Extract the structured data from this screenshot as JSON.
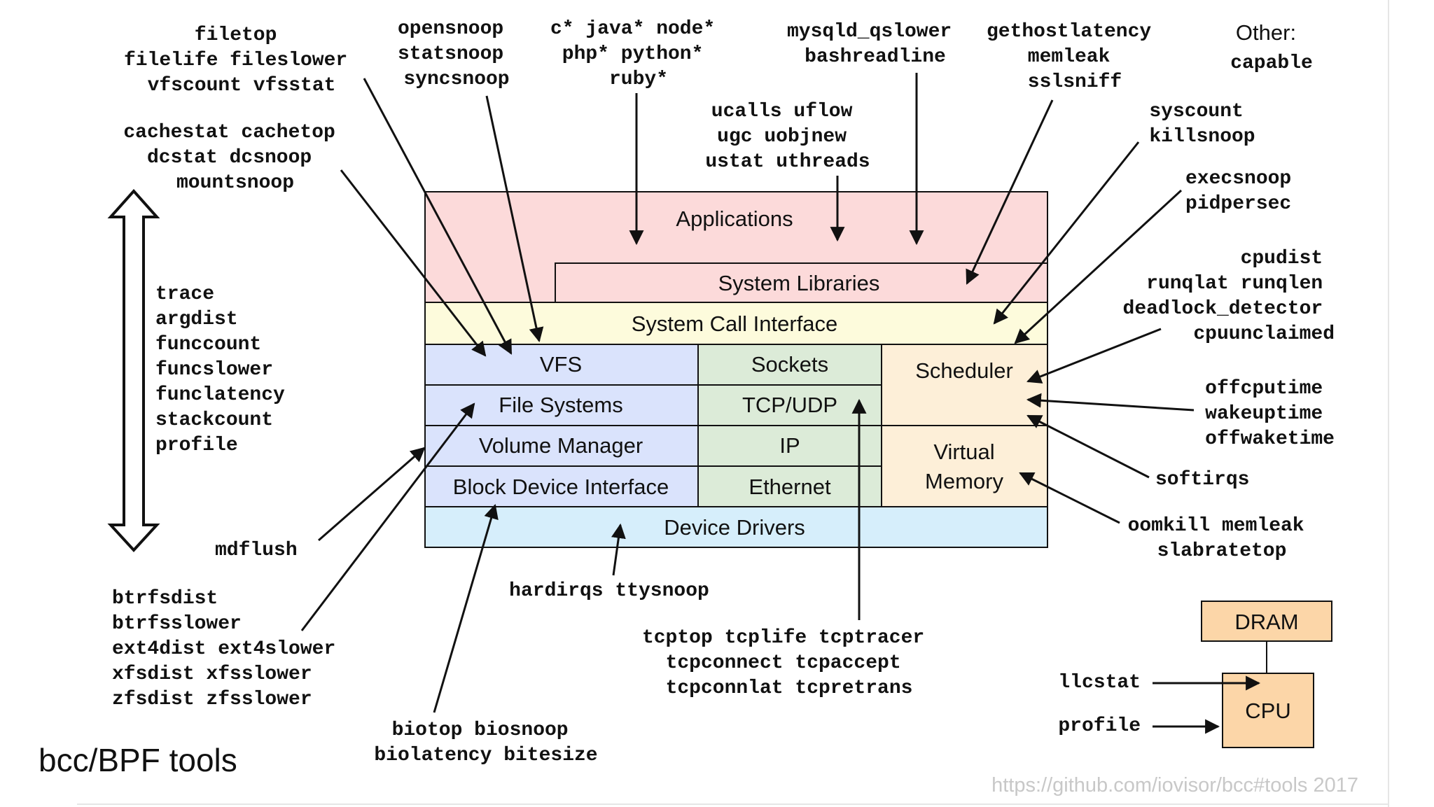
{
  "slide": {
    "title": "bcc/BPF tools",
    "source": "https://github.com/iovisor/bcc#tools 2017"
  },
  "colors": {
    "applications": "#fcdada",
    "syscall": "#fdfbdc",
    "fs": "#dae3fc",
    "net": "#dcebd8",
    "sched": "#fdefd8",
    "drivers": "#d6eefb",
    "hw": "#fcd6a8",
    "line": "#111111"
  },
  "layers": {
    "applications": "Applications",
    "system_libraries": "System Libraries",
    "syscall_interface": "System Call Interface",
    "vfs": "VFS",
    "file_systems": "File Systems",
    "volume_manager": "Volume Manager",
    "block_device": "Block Device Interface",
    "sockets": "Sockets",
    "tcp_udp": "TCP/UDP",
    "ip": "IP",
    "ethernet": "Ethernet",
    "scheduler": "Scheduler",
    "virtual_memory": [
      "Virtual",
      "Memory"
    ],
    "device_drivers": "Device Drivers",
    "dram": "DRAM",
    "cpu": "CPU"
  },
  "tools": {
    "file": [
      "filetop",
      "filelife fileslower",
      "vfscount vfsstat"
    ],
    "cache": [
      "cachestat cachetop",
      "dcstat dcsnoop",
      "mountsnoop"
    ],
    "snoop": [
      "opensnoop",
      "statsnoop",
      "syncsnoop"
    ],
    "lang": [
      "c* java* node*",
      "php* python*",
      "ruby*"
    ],
    "ucalls": [
      "ucalls uflow",
      "ugc uobjnew",
      "ustat uthreads"
    ],
    "mysql": [
      "mysqld_qslower",
      "bashreadline"
    ],
    "libs": [
      "gethostlatency",
      "memleak",
      "sslsniff"
    ],
    "other": [
      "Other:",
      "capable"
    ],
    "syscount": [
      "syscount",
      "killsnoop"
    ],
    "exec": [
      "execsnoop",
      "pidpersec"
    ],
    "cpu": [
      "cpudist",
      "runqlat runqlen",
      "deadlock_detector",
      "cpuunclaimed"
    ],
    "offcpu": [
      "offcputime",
      "wakeuptime",
      "offwaketime"
    ],
    "softirqs": [
      "softirqs"
    ],
    "mem": [
      "oomkill memleak",
      "slabratetop"
    ],
    "multi": [
      "trace",
      "argdist",
      "funccount",
      "funcslower",
      "funclatency",
      "stackcount",
      "profile"
    ],
    "mdflush": [
      "mdflush"
    ],
    "fsdist": [
      "btrfsdist",
      "btrfsslower",
      "ext4dist ext4slower",
      "xfsdist xfsslower",
      "zfsdist zfsslower"
    ],
    "hardirqs": [
      "hardirqs ttysnoop"
    ],
    "tcp": [
      "tcptop tcplife tcptracer",
      "tcpconnect tcpaccept",
      "tcpconnlat tcpretrans"
    ],
    "bio": [
      "biotop biosnoop",
      "biolatency bitesize"
    ],
    "llcstat": [
      "llcstat"
    ],
    "profile": [
      "profile"
    ]
  }
}
